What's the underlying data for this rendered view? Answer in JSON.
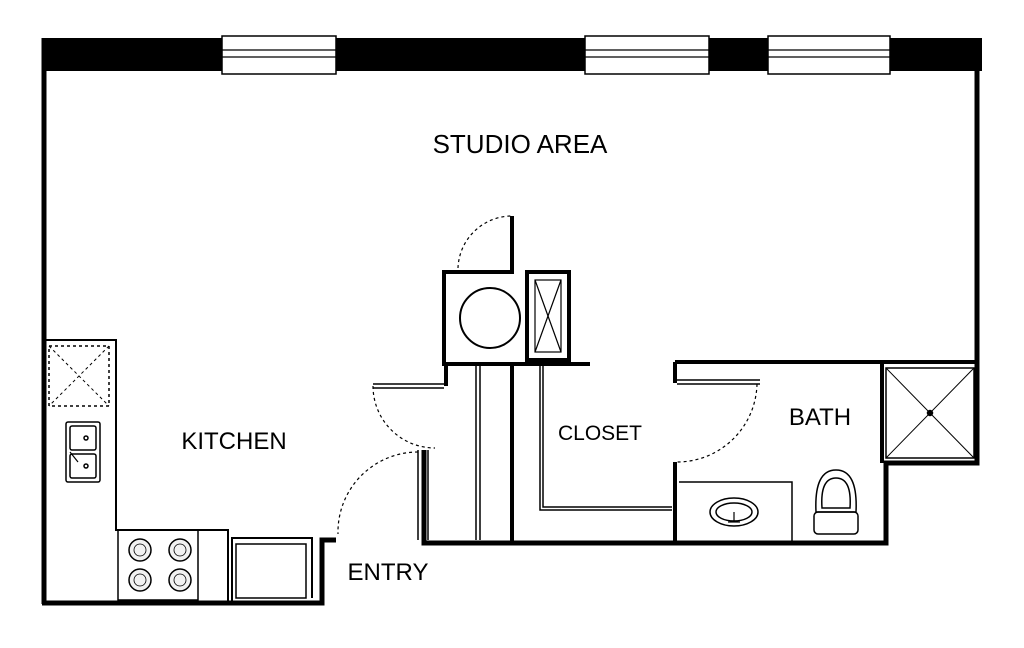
{
  "rooms": {
    "studio": "STUDIO AREA",
    "kitchen": "KITCHEN",
    "closet": "CLOSET",
    "bath": "BATH",
    "entry": "ENTRY"
  },
  "colors": {
    "wall": "#000000",
    "background": "#ffffff",
    "fixture_fill": "#f2f2f2"
  },
  "icons": [
    "window-icon",
    "door-swing-icon",
    "stove-icon",
    "sink-icon",
    "refrigerator-icon",
    "toilet-icon",
    "shower-icon",
    "water-heater-icon"
  ]
}
